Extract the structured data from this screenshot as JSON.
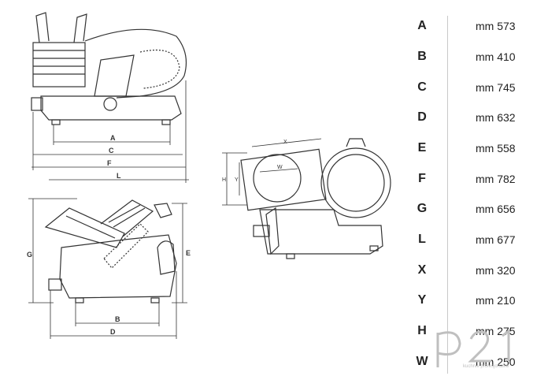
{
  "side_view": {
    "labels": [
      "A",
      "C",
      "F",
      "L"
    ]
  },
  "front_view": {
    "labels": [
      "G",
      "E",
      "B",
      "D"
    ]
  },
  "top_view": {
    "labels": [
      "X",
      "W",
      "Y",
      "H"
    ]
  },
  "dimensions": [
    {
      "letter": "A",
      "value": "mm 573"
    },
    {
      "letter": "B",
      "value": "mm 410"
    },
    {
      "letter": "C",
      "value": "mm 745"
    },
    {
      "letter": "D",
      "value": "mm 632"
    },
    {
      "letter": "E",
      "value": "mm 558"
    },
    {
      "letter": "F",
      "value": "mm 782"
    },
    {
      "letter": "G",
      "value": "mm 656"
    },
    {
      "letter": "L",
      "value": "mm 677"
    },
    {
      "letter": "X",
      "value": "mm 320"
    },
    {
      "letter": "Y",
      "value": "mm 210"
    },
    {
      "letter": "H",
      "value": "mm 275"
    },
    {
      "letter": "W",
      "value": "mm 250"
    }
  ],
  "watermark": {
    "logo": "p21",
    "tagline": "kuchnie profesjonalne"
  },
  "colors": {
    "line": "#333333",
    "divider": "#c9c9c9",
    "watermark": "#bfbfbf"
  }
}
